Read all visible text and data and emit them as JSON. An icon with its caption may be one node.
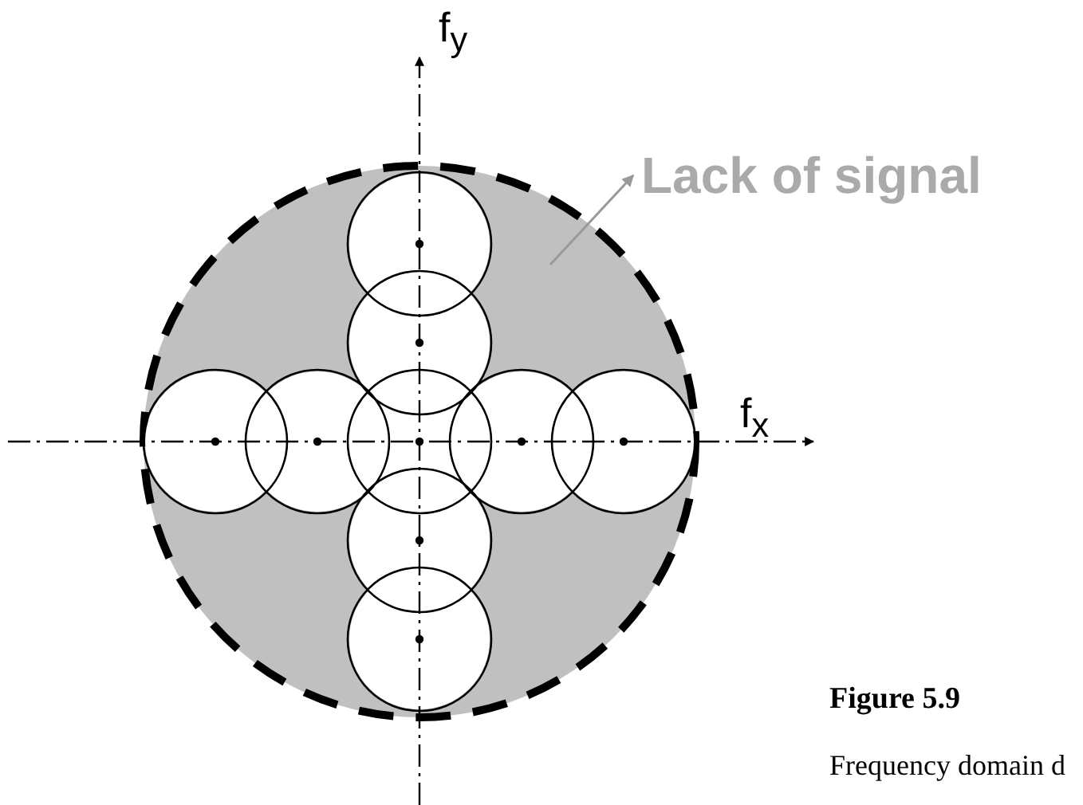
{
  "diagram": {
    "title": "Figure 5.9",
    "caption": "Frequency domain d",
    "nodes": [
      {
        "text": [],
        "shape": "circle"
      },
      {
        "text": [
          "Lack of signal"
        ]
      }
    ],
    "edges": [
      {
        "from": 0,
        "to": 1,
        "arrow": "to"
      }
    ],
    "labels": [
      "f$_{y}$",
      "f$_{x}$"
    ]
  }
}
